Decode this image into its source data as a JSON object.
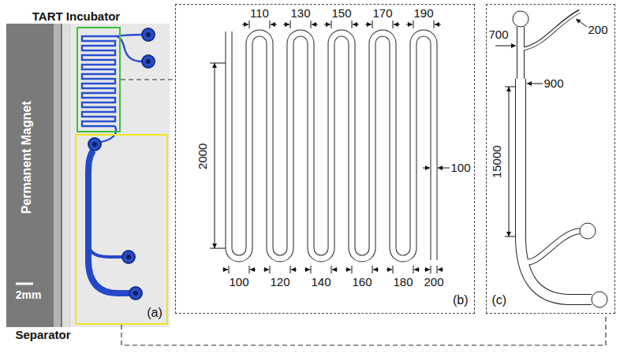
{
  "diagram": {
    "nodes": [
      {
        "text": [
          "TART Incubator"
        ]
      },
      {
        "text": [
          "Separator"
        ]
      },
      {
        "text": [
          "(b)"
        ]
      },
      {
        "text": [
          "(c)"
        ]
      }
    ],
    "edges": [
      {
        "from": 0,
        "to": 2,
        "arrow": "none"
      },
      {
        "from": 1,
        "to": 3,
        "arrow": "none"
      }
    ],
    "labels": [
      "Permanent Magnet",
      "2mm",
      "(a)",
      "110",
      "130",
      "150",
      "170",
      "190",
      "2000",
      "100",
      "100",
      "120",
      "140",
      "160",
      "180",
      "200",
      "700",
      "200",
      "900",
      "15000"
    ]
  }
}
